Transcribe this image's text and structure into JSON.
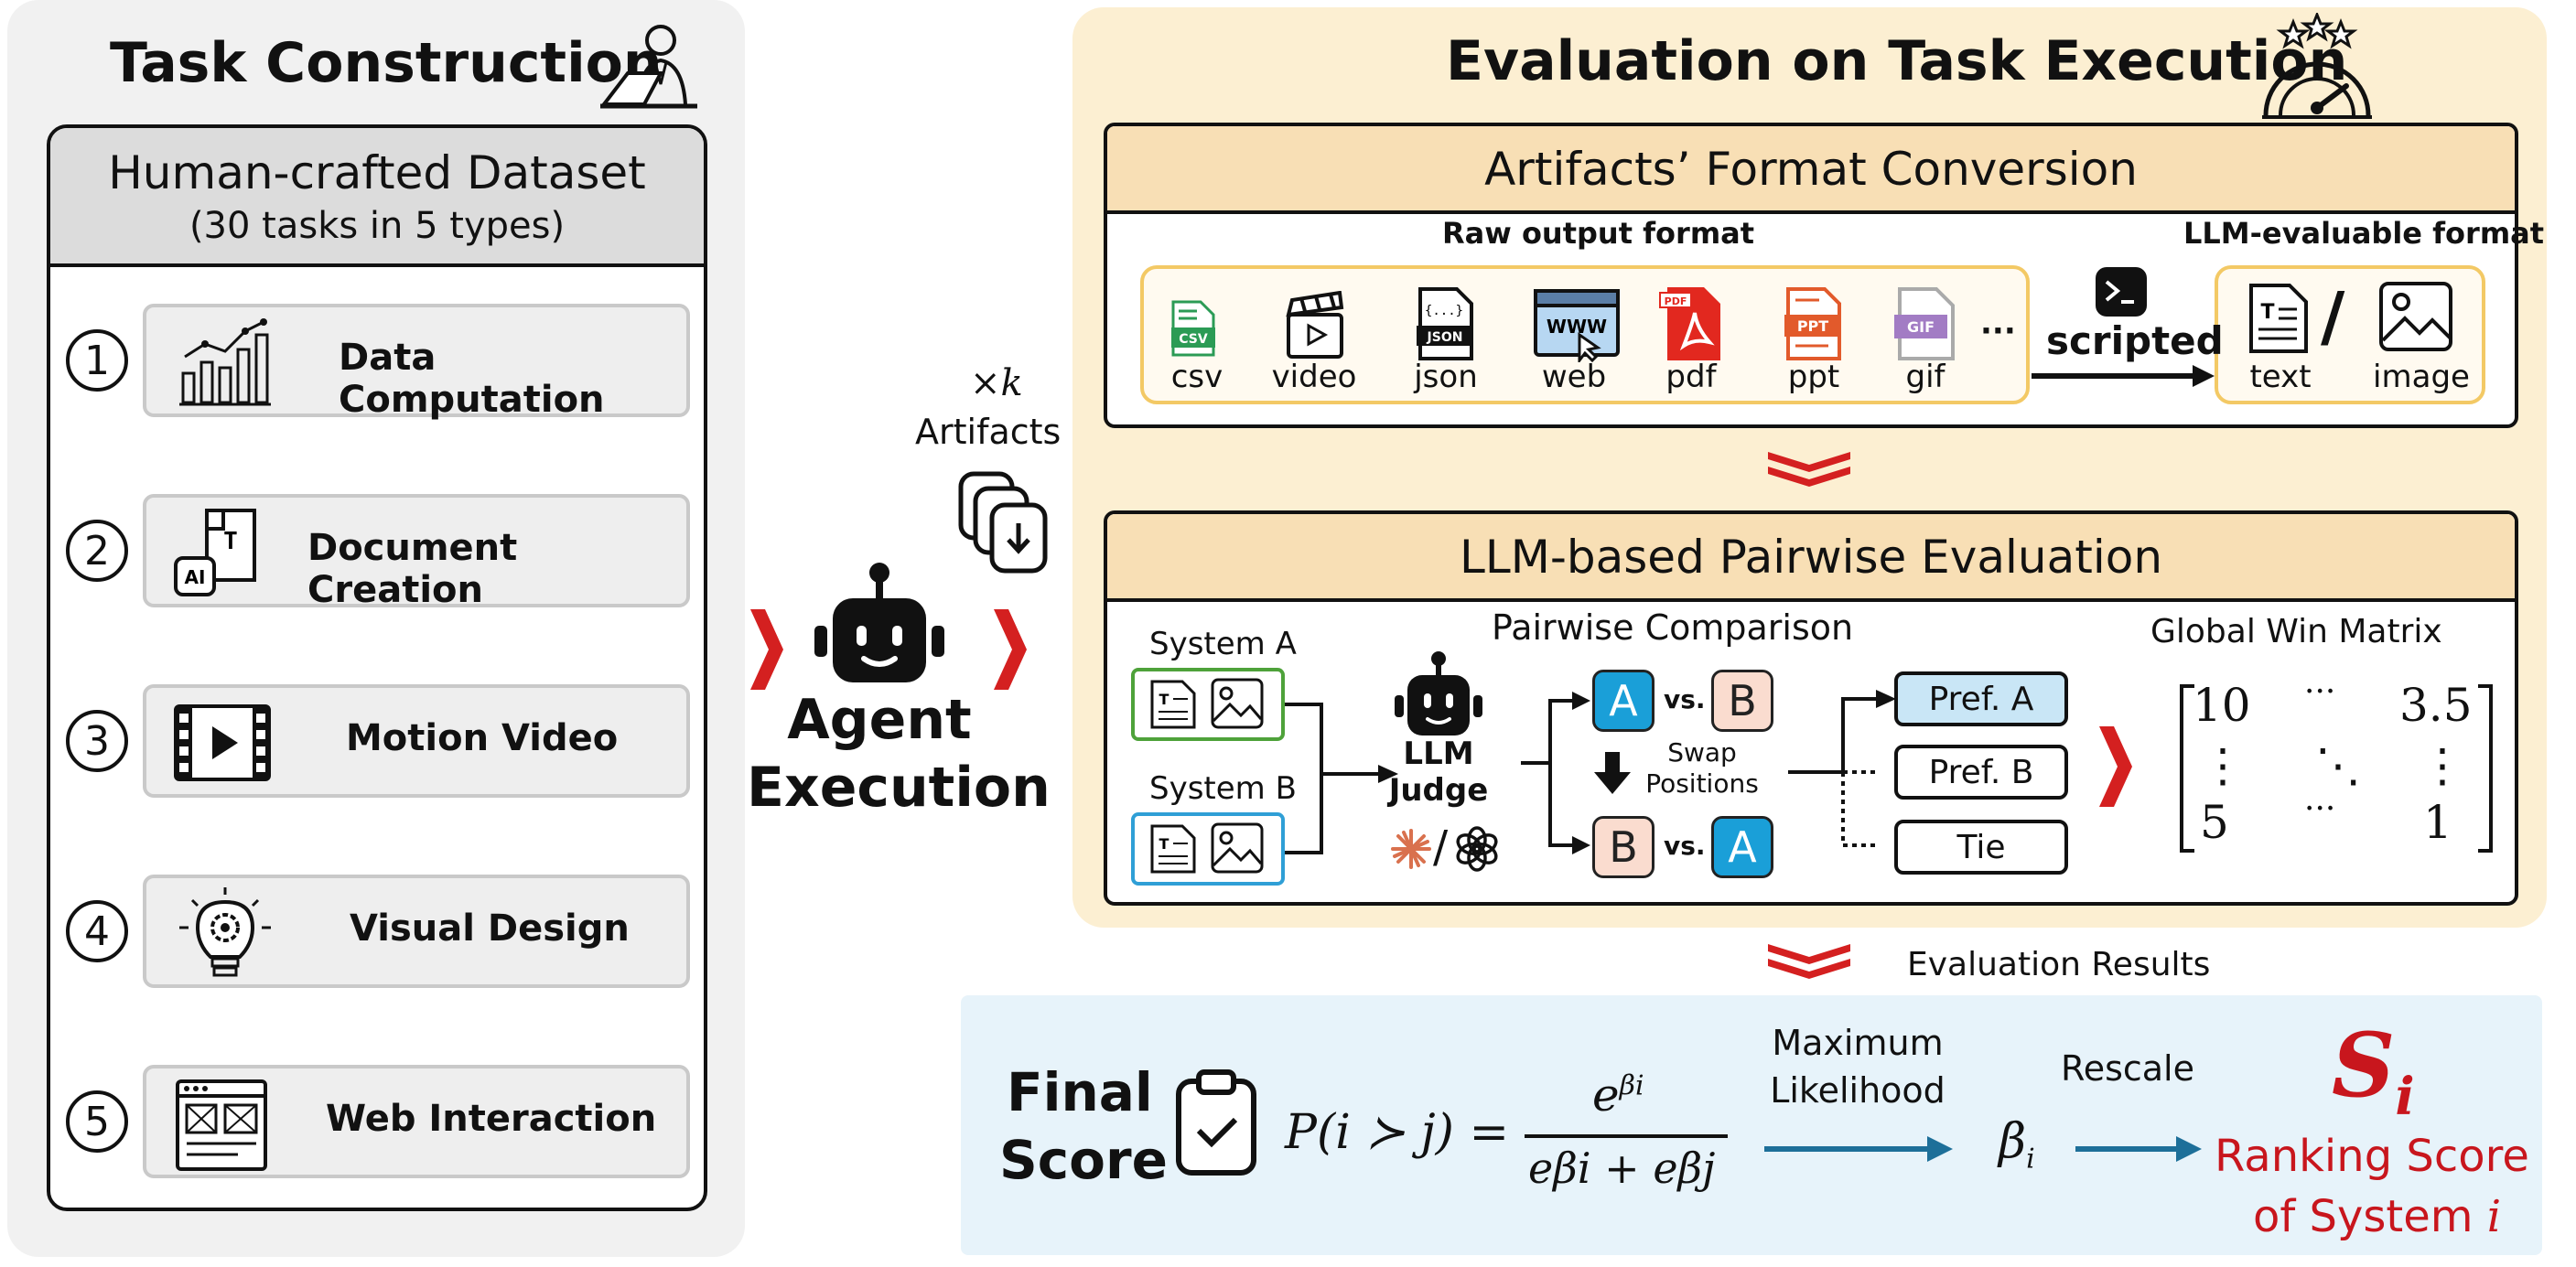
{
  "colors": {
    "accent_red": "#d42020",
    "panel_orange": "#fcefd2",
    "panel_blue": "#e7f3fa",
    "arrow_blue": "#1d6f99",
    "system_a": "#4ea23a",
    "system_b": "#2f9fd6"
  },
  "task_construction": {
    "title": "Task Construction",
    "dataset_title": "Human-crafted Dataset",
    "dataset_subtitle": "(30 tasks in 5 types)",
    "tasks": [
      {
        "number": "1",
        "label": "Data Computation",
        "icon": "bar-chart-icon"
      },
      {
        "number": "2",
        "label": "Document Creation",
        "icon": "document-ai-icon"
      },
      {
        "number": "3",
        "label": "Motion Video",
        "icon": "film-icon"
      },
      {
        "number": "4",
        "label": "Visual Design",
        "icon": "lightbulb-gear-icon"
      },
      {
        "number": "5",
        "label": "Web Interaction",
        "icon": "web-layout-icon"
      }
    ]
  },
  "agent": {
    "times_k": "×k",
    "artifacts": "Artifacts",
    "label_line1": "Agent",
    "label_line2": "Execution"
  },
  "evaluation": {
    "title": "Evaluation on Task Execution",
    "conversion": {
      "title": "Artifacts’ Format Conversion",
      "raw_label": "Raw output format",
      "llm_label": "LLM-evaluable format",
      "formats": [
        "csv",
        "video",
        "json",
        "web",
        "pdf",
        "ppt",
        "gif"
      ],
      "badges": {
        "csv": "CSV",
        "json": "JSON",
        "web": "WWW",
        "pdf": "PDF",
        "ppt": "PPT",
        "gif": "GIF"
      },
      "ellipsis": "···",
      "scripted": "scripted",
      "outputs": [
        "text",
        "image"
      ],
      "slash": "/"
    },
    "pairwise": {
      "title": "LLM-based Pairwise Evaluation",
      "system_a": "System A",
      "system_b": "System B",
      "comparison_label": "Pairwise Comparison",
      "judge_line1": "LLM",
      "judge_line2": "Judge",
      "judge_slash": "/",
      "letter_a": "A",
      "letter_b": "B",
      "vs": "vs.",
      "swap_line1": "Swap",
      "swap_line2": "Positions",
      "results": [
        "Pref. A",
        "Pref. B",
        "Tie"
      ],
      "matrix_label": "Global Win Matrix",
      "matrix": {
        "top_left": "10",
        "top_mid": "···",
        "top_right": "3.5",
        "mid_left": "⋮",
        "mid_mid": "⋱",
        "mid_right": "⋮",
        "bot_left": "5",
        "bot_mid": "···",
        "bot_right": "1"
      }
    },
    "results_label": "Evaluation Results"
  },
  "final": {
    "title_line1": "Final",
    "title_line2": "Score",
    "formula_lhs": "P(i ≻ j) =",
    "numerator": "e",
    "numerator_sup": "βi",
    "denominator": "eβi + eβj",
    "max_likelihood_line1": "Maximum",
    "max_likelihood_line2": "Likelihood",
    "beta": "β",
    "beta_sub": "i",
    "rescale": "Rescale",
    "score_symbol": "S",
    "score_sub": "i",
    "ranking_line1": "Ranking Score",
    "ranking_line2": "of System",
    "ranking_var": "i"
  }
}
